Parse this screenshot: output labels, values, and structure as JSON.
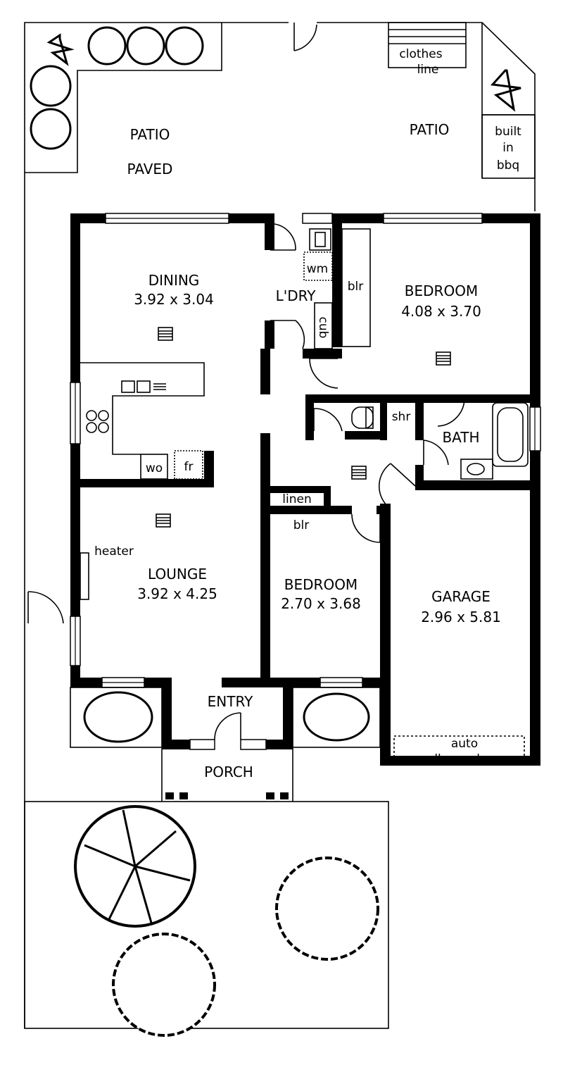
{
  "outdoor": {
    "patio_left": "PATIO",
    "paved": "PAVED",
    "patio_right": "PATIO",
    "clothes_line_1": "clothes",
    "clothes_line_2": "line",
    "bbq_1": "built",
    "bbq_2": "in",
    "bbq_3": "bbq",
    "porch": "PORCH"
  },
  "rooms": {
    "dining": {
      "name": "DINING",
      "size": "3.92 x 3.04"
    },
    "laundry": {
      "name": "L'DRY"
    },
    "bedroom1": {
      "name": "BEDROOM",
      "size": "4.08 x 3.70"
    },
    "bath": {
      "name": "BATH"
    },
    "lounge": {
      "name": "LOUNGE",
      "size": "3.92 x 4.25"
    },
    "bedroom2": {
      "name": "BEDROOM",
      "size": "2.70 x 3.68"
    },
    "garage": {
      "name": "GARAGE",
      "size": "2.96 x 5.81"
    },
    "entry": {
      "name": "ENTRY"
    }
  },
  "fixtures": {
    "wm": "wm",
    "cub": "cub",
    "blr_laundry": "blr",
    "shr": "shr",
    "linen": "linen",
    "blr_bedroom": "blr",
    "wo": "wo",
    "fr": "fr",
    "heater": "heater",
    "auto_door_1": "auto",
    "auto_door_2": "roll - a - door"
  }
}
